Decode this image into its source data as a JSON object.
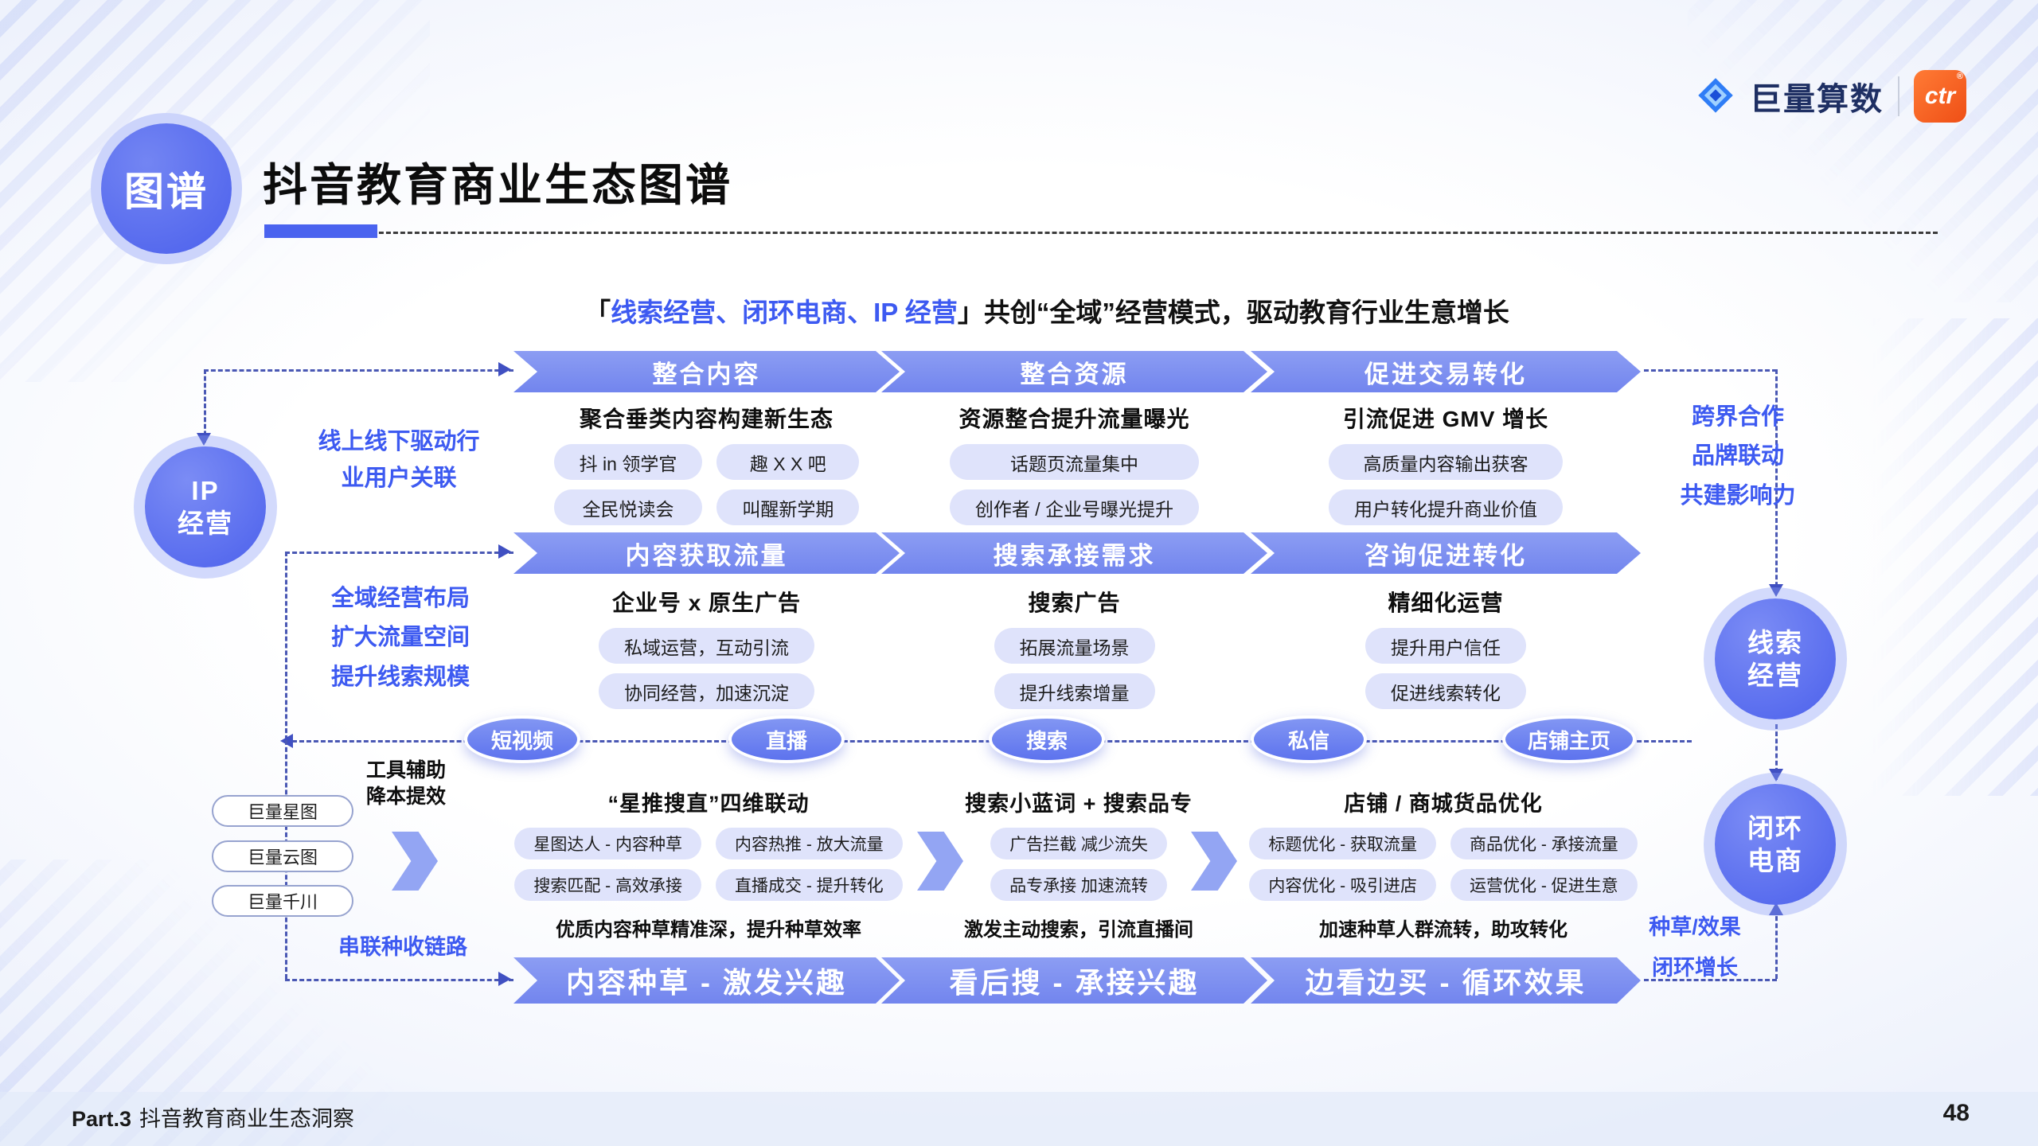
{
  "brand": {
    "name": "巨量算数",
    "partner": "ctr",
    "partner_reg": "®"
  },
  "header": {
    "badge": "图谱",
    "title": "抖音教育商业生态图谱"
  },
  "subtitle": {
    "bracket_open": "「",
    "highlight": "线索经营、闭环电商、IP 经营",
    "bracket_close": "」",
    "rest": "共创“全域”经营模式，驱动教育行业生意增长"
  },
  "circles": {
    "ip_top": "IP",
    "ip_bottom": "经营",
    "clue_top": "线索",
    "clue_bottom": "经营",
    "loop_top": "闭环",
    "loop_bottom": "电商"
  },
  "notes": {
    "row1_left_line1": "线上线下驱动行",
    "row1_left_line2": "业用户关联",
    "row1_right_line1": "跨界合作",
    "row1_right_line2": "品牌联动",
    "row1_right_line3": "共建影响力",
    "row2_left_line1": "全域经营布局",
    "row2_left_line2": "扩大流量空间",
    "row2_left_line3": "提升线索规模",
    "tools_line1": "工具辅助",
    "tools_line2": "降本提效",
    "bottom_left": "串联种收链路",
    "bottom_right_line1": "种草/效果",
    "bottom_right_line2": "闭环增长"
  },
  "row1": {
    "banners": [
      "整合内容",
      "整合资源",
      "促进交易转化"
    ],
    "col1": {
      "heading": "聚合垂类内容构建新生态",
      "pills": [
        "抖 in 领学官",
        "趣 X X 吧",
        "全民悦读会",
        "叫醒新学期"
      ]
    },
    "col2": {
      "heading": "资源整合提升流量曝光",
      "pills": [
        "话题页流量集中",
        "创作者 / 企业号曝光提升"
      ]
    },
    "col3": {
      "heading": "引流促进 GMV 增长",
      "pills": [
        "高质量内容输出获客",
        "用户转化提升商业价值"
      ]
    }
  },
  "row2": {
    "banners": [
      "内容获取流量",
      "搜索承接需求",
      "咨询促进转化"
    ],
    "col1": {
      "heading": "企业号 x 原生广告",
      "pills": [
        "私域运营，互动引流",
        "协同经营，加速沉淀"
      ]
    },
    "col2": {
      "heading": "搜索广告",
      "pills": [
        "拓展流量场景",
        "提升线索增量"
      ]
    },
    "col3": {
      "heading": "精细化运营",
      "pills": [
        "提升用户信任",
        "促进线索转化"
      ]
    }
  },
  "channels": [
    "短视频",
    "直播",
    "搜索",
    "私信",
    "店铺主页"
  ],
  "tools": {
    "left_pills": [
      "巨量星图",
      "巨量云图",
      "巨量千川"
    ],
    "col1": {
      "heading": "“星推搜直”四维联动",
      "pills": [
        "星图达人 - 内容种草",
        "内容热推 - 放大流量",
        "搜索匹配 - 高效承接",
        "直播成交 - 提升转化"
      ]
    },
    "col2": {
      "heading": "搜索小蓝词 + 搜索品专",
      "pills": [
        "广告拦截 减少流失",
        "品专承接 加速流转"
      ]
    },
    "col3": {
      "heading": "店铺 / 商城货品优化",
      "pills": [
        "标题优化 - 获取流量",
        "商品优化 - 承接流量",
        "内容优化 - 吸引进店",
        "运营优化 - 促进生意"
      ]
    },
    "captions": [
      "优质内容种草精准深，提升种草效率",
      "激发主动搜索，引流直播间",
      "加速种草人群流转，助攻转化"
    ]
  },
  "bottom_banners": [
    "内容种草 - 激发兴趣",
    "看后搜 - 承接兴趣",
    "边看边买 - 循环效果"
  ],
  "footer": {
    "part": "Part.3",
    "text": "抖音教育商业生态洞察",
    "page": "48"
  },
  "colors": {
    "accent_blue": "#3d5af1",
    "banner_blue": "#8093ef",
    "pill_lavender": "#dfe3fb",
    "circle_blue": "#5569ee",
    "partner_orange": "#ef4f16"
  }
}
